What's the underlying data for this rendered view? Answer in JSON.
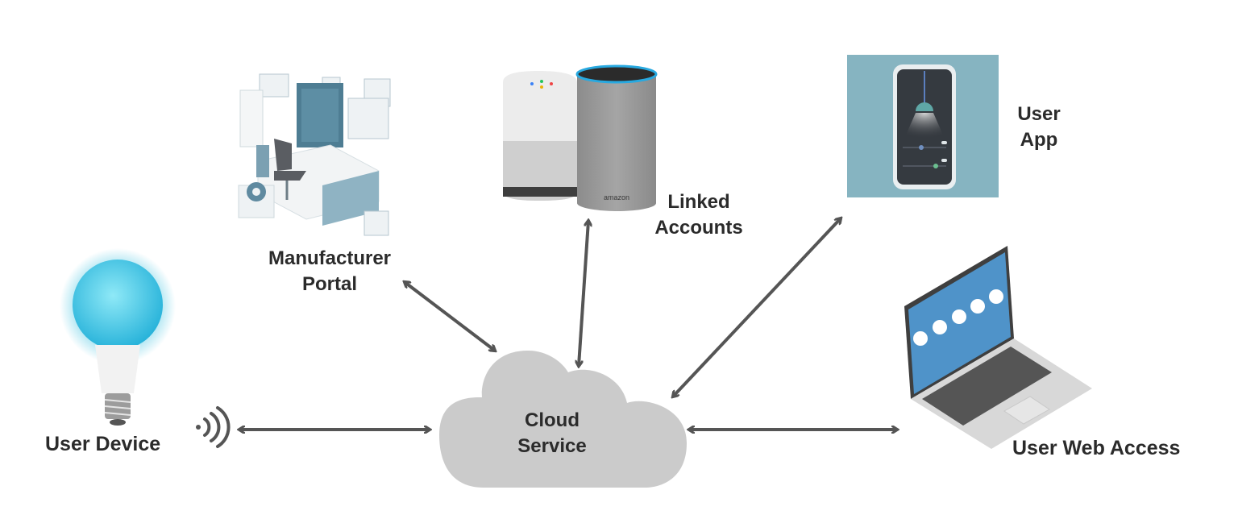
{
  "diagram": {
    "nodes": {
      "cloud": {
        "line1": "Cloud",
        "line2": "Service"
      },
      "user_device": {
        "label": "User Device"
      },
      "manufacturer_portal": {
        "line1": "Manufacturer",
        "line2": "Portal"
      },
      "linked_accounts": {
        "line1": "Linked",
        "line2": "Accounts"
      },
      "user_app": {
        "line1": "User",
        "line2": "App"
      },
      "user_web_access": {
        "label": "User Web Access"
      }
    },
    "connections": [
      {
        "from": "cloud",
        "to": "user_device",
        "type": "bidirectional"
      },
      {
        "from": "cloud",
        "to": "manufacturer_portal",
        "type": "bidirectional"
      },
      {
        "from": "cloud",
        "to": "linked_accounts",
        "type": "bidirectional"
      },
      {
        "from": "cloud",
        "to": "user_app",
        "type": "bidirectional"
      },
      {
        "from": "cloud",
        "to": "user_web_access",
        "type": "bidirectional"
      }
    ],
    "colors": {
      "cloud": "#cbcbcb",
      "arrow": "#555555",
      "text": "#2b2b2b",
      "bulb": "#3fc2e0",
      "app_bg": "#86b4c1",
      "laptop_screen": "#4f93c9"
    }
  }
}
